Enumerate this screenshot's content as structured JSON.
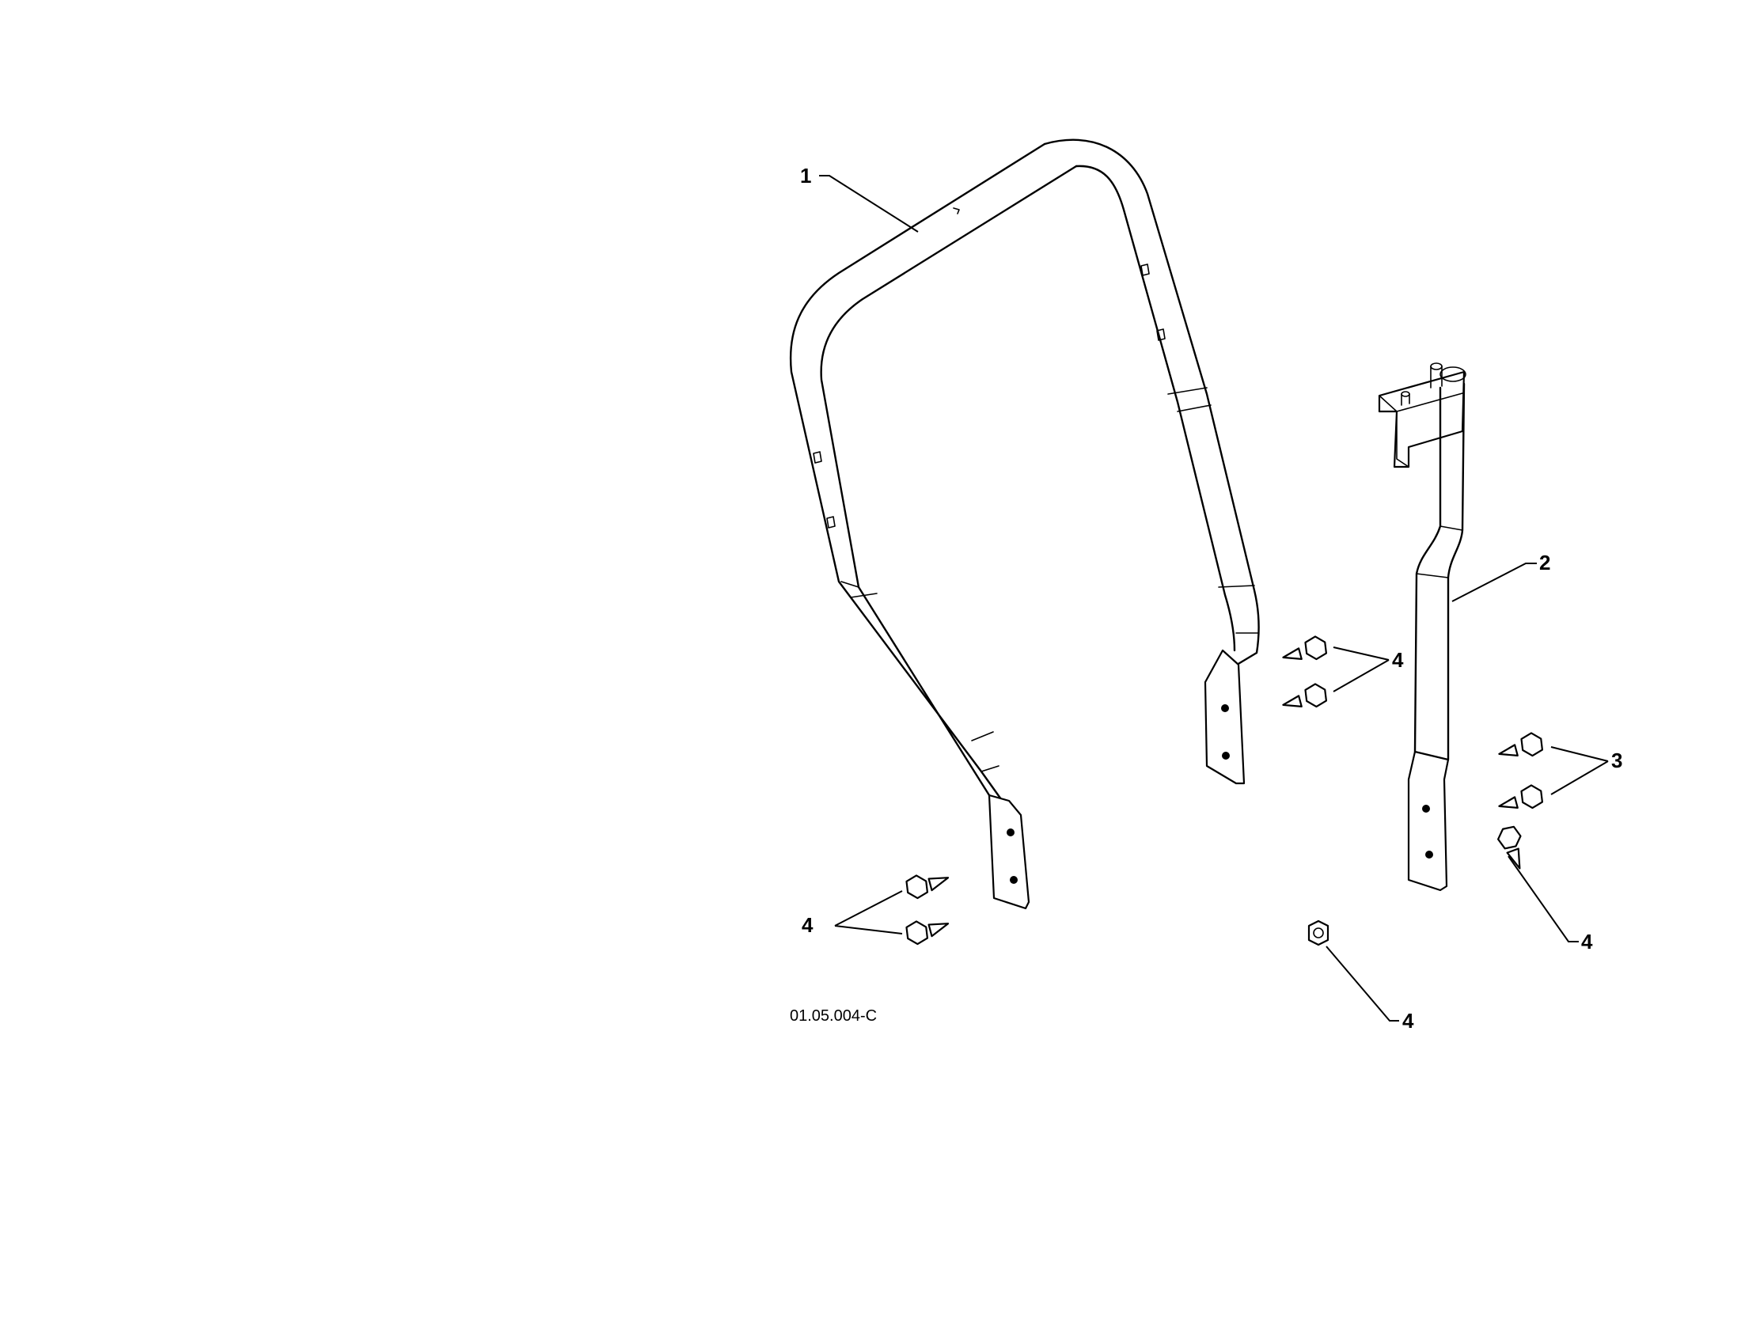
{
  "figure_id": "01.05.004-C",
  "parts": [
    {
      "callout": "1",
      "name": "roll-bar-main"
    },
    {
      "callout": "2",
      "name": "roll-bar-upright"
    },
    {
      "callout": "3",
      "name": "bolts"
    },
    {
      "callout": "4",
      "name": "bolts"
    }
  ],
  "labels": {
    "part1": "1",
    "part2": "2",
    "part3": "3",
    "part4_upper": "4",
    "part4_left": "4",
    "part4_right": "4",
    "part4_bottom": "4"
  },
  "colors": {
    "line": "#000000",
    "background": "#ffffff"
  }
}
